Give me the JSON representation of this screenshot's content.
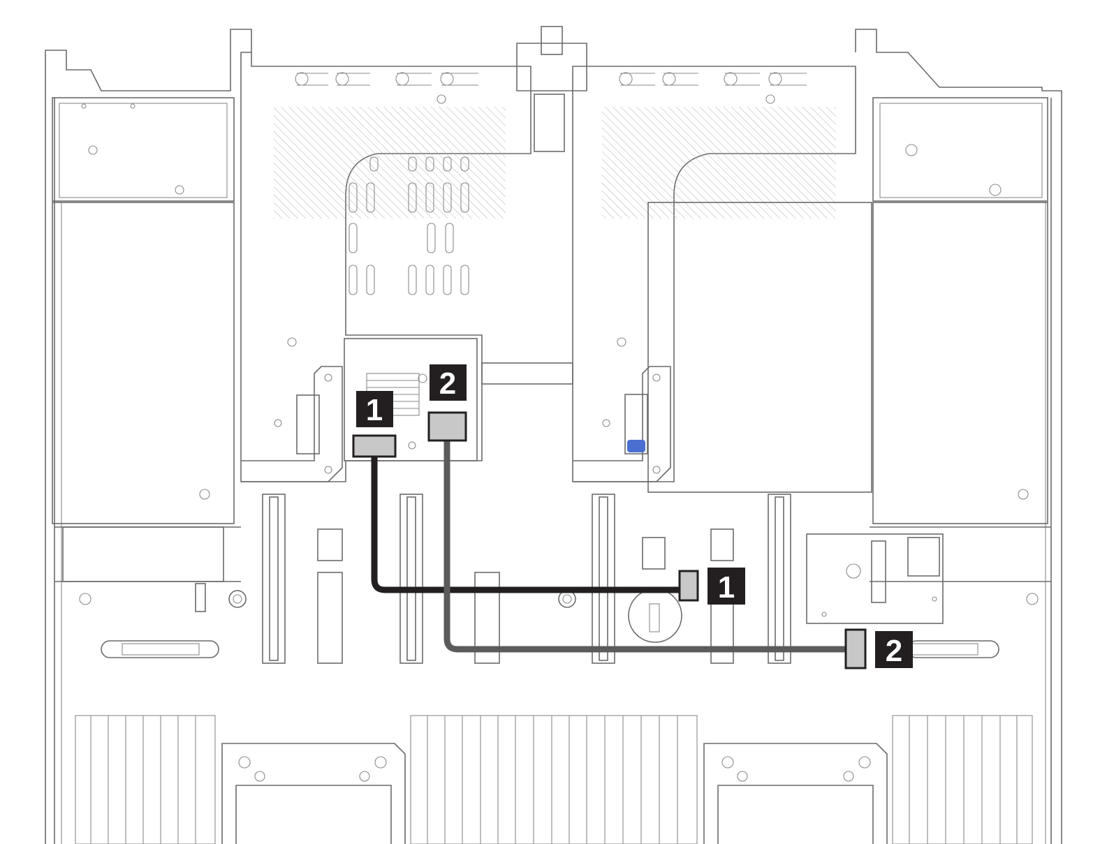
{
  "callouts": [
    {
      "id": "1",
      "label": "1"
    },
    {
      "id": "2",
      "label": "2"
    },
    {
      "id": "1",
      "label": "1"
    },
    {
      "id": "2",
      "label": "2"
    }
  ],
  "colors": {
    "hardware_line": "#6a6a6a",
    "callout_bg": "#231f20",
    "callout_text": "#ffffff",
    "cable_1": "#231f20",
    "cable_2": "#5b5b5b",
    "connector_fill": "#c8c8c8",
    "led_blue": "#4a6fd1"
  }
}
